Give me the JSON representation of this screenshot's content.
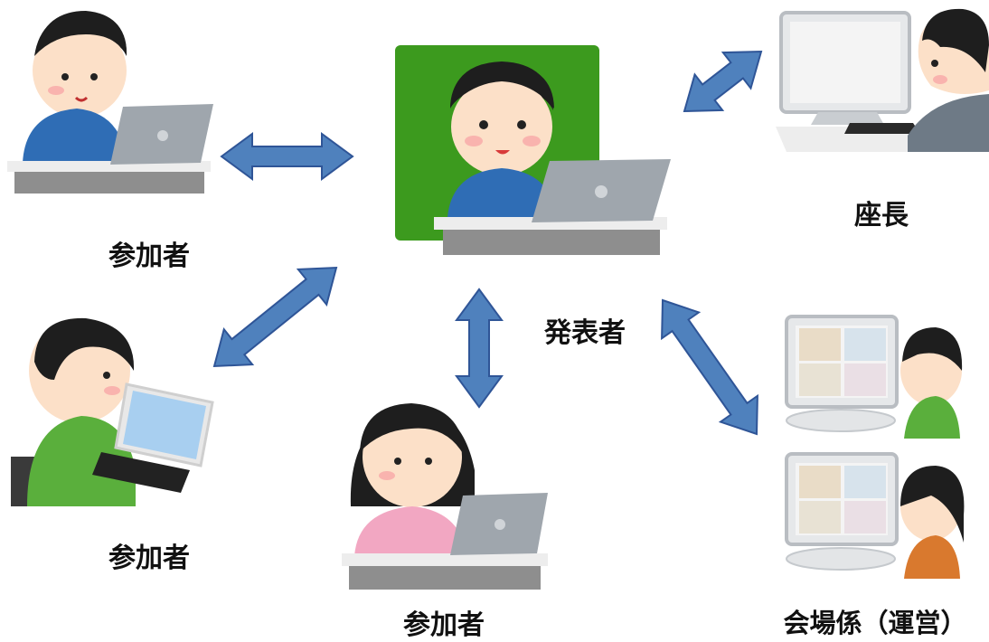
{
  "labels": {
    "participant_top_left": "参加者",
    "participant_bottom_left": "参加者",
    "participant_bottom_center": "参加者",
    "presenter": "発表者",
    "chair": "座長",
    "venue_staff": "会場係（運営）"
  },
  "colors": {
    "arrow": "#4F81BD",
    "arrow_outline": "#2F5597",
    "presenter_background": "#3C9A1E",
    "desk": "#EDEDED",
    "desk_front": "#8E8E8E",
    "laptop": "#9FA6AD",
    "monitor_screen": "#F4F4F4",
    "skin": "#FCE0C8",
    "hair": "#1E1E1E",
    "shirt_blue": "#2F6DB5",
    "shirt_green": "#5AAF3C",
    "shirt_pink": "#F2A7C2",
    "shirt_gray": "#6E7A86",
    "tablet_screen": "#A8CFF0"
  },
  "icons": {
    "participant_top_left": "person-at-laptop-icon",
    "participant_bottom_left": "person-at-tablet-icon",
    "participant_bottom_center": "woman-at-laptop-icon",
    "presenter": "presenter-on-green-screen-icon",
    "chair": "person-at-monitor-icon",
    "venue_staff": "staff-watching-video-grid-icon"
  }
}
